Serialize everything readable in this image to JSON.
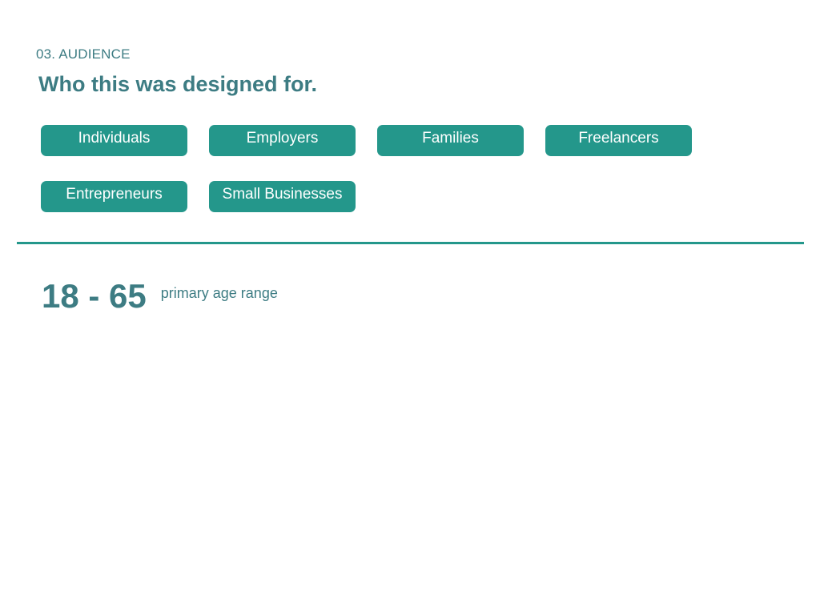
{
  "section": {
    "eyebrow": "03. AUDIENCE",
    "title": "Who this was designed for."
  },
  "tags": [
    "Individuals",
    "Employers",
    "Families",
    "Freelancers",
    "Entrepreneurs",
    "Small Businesses"
  ],
  "stat": {
    "value": "18 - 65",
    "label": "primary age range"
  },
  "colors": {
    "text": "#3d7c83",
    "accent": "#24978b"
  }
}
